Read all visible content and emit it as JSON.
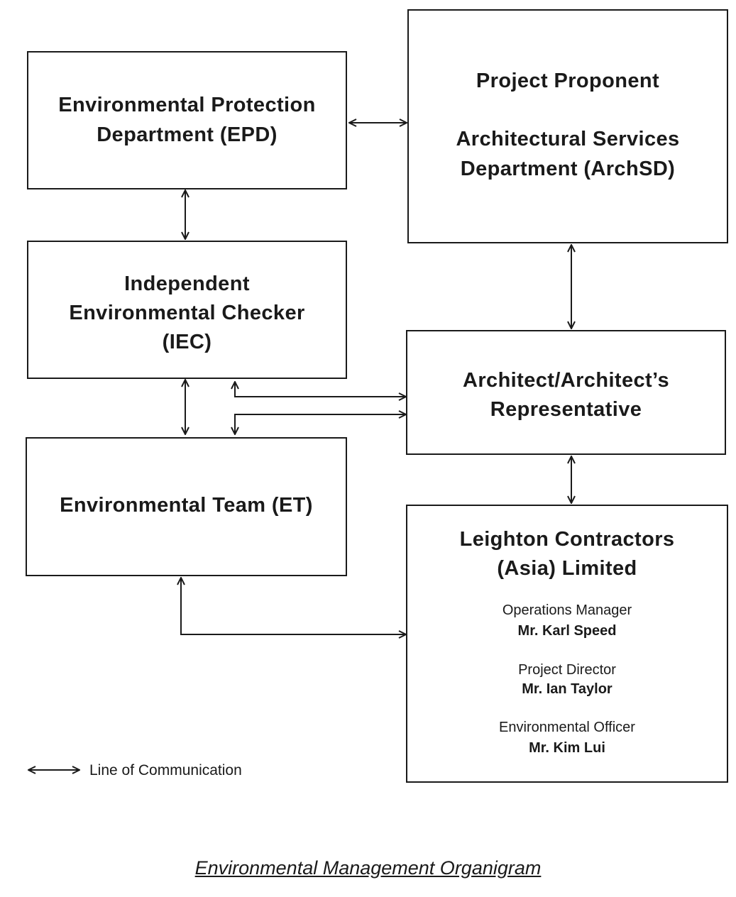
{
  "boxes": {
    "epd": {
      "line1": "Environmental Protection",
      "line2": "Department (EPD)"
    },
    "project_proponent": {
      "heading": "Project Proponent",
      "line1": "Architectural Services",
      "line2": "Department (ArchSD)"
    },
    "iec": {
      "line1": "Independent",
      "line2": "Environmental Checker",
      "line3": "(IEC)"
    },
    "architect": {
      "line1": "Architect/Architect’s",
      "line2": "Representative"
    },
    "et": {
      "line1": "Environmental Team (ET)"
    },
    "leighton": {
      "line1": "Leighton Contractors",
      "line2": "(Asia) Limited",
      "people": [
        {
          "role": "Operations Manager",
          "name": "Mr. Karl Speed"
        },
        {
          "role": "Project Director",
          "name": "Mr. Ian Taylor"
        },
        {
          "role": "Environmental Officer",
          "name": "Mr. Kim Lui"
        }
      ]
    }
  },
  "legend": {
    "label": "Line of Communication"
  },
  "caption": "Environmental Management Organigram",
  "colors": {
    "line": "#1a1a1a",
    "background": "#ffffff"
  }
}
